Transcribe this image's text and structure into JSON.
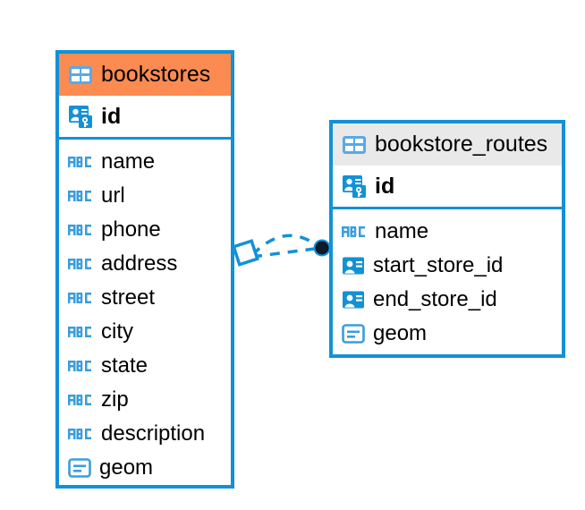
{
  "diagram": {
    "kind": "entity-relationship-diagram",
    "background": "#ffffff",
    "colors": {
      "accent_blue": "#1391d6",
      "header_orange": "#fb8b50",
      "header_gray": "#e9e9e9",
      "text": "#000000",
      "endpoint_dark": "#0d1b2a"
    }
  },
  "entities": [
    {
      "id": "bookstores",
      "name": "bookstores",
      "header_icon": "table-icon",
      "header_style": "accent",
      "primary_key": {
        "name": "id",
        "icon": "primary-key-icon"
      },
      "fields": [
        {
          "name": "name",
          "icon": "abc-text-icon"
        },
        {
          "name": "url",
          "icon": "abc-text-icon"
        },
        {
          "name": "phone",
          "icon": "abc-text-icon"
        },
        {
          "name": "address",
          "icon": "abc-text-icon"
        },
        {
          "name": "street",
          "icon": "abc-text-icon"
        },
        {
          "name": "city",
          "icon": "abc-text-icon"
        },
        {
          "name": "state",
          "icon": "abc-text-icon"
        },
        {
          "name": "zip",
          "icon": "abc-text-icon"
        },
        {
          "name": "description",
          "icon": "abc-text-icon"
        },
        {
          "name": "geom",
          "icon": "geometry-blob-icon"
        }
      ]
    },
    {
      "id": "bookstore_routes",
      "name": "bookstore_routes",
      "header_icon": "table-icon",
      "header_style": "neutral",
      "primary_key": {
        "name": "id",
        "icon": "primary-key-icon"
      },
      "fields": [
        {
          "name": "name",
          "icon": "abc-text-icon"
        },
        {
          "name": "start_store_id",
          "icon": "foreign-key-card-icon"
        },
        {
          "name": "end_store_id",
          "icon": "foreign-key-card-icon"
        },
        {
          "name": "geom",
          "icon": "geometry-blob-icon"
        }
      ]
    }
  ],
  "relationships": [
    {
      "from": "bookstores",
      "to": "bookstore_routes",
      "from_marker": "diamond-open-marker",
      "to_marker": "filled-circle-marker",
      "line_style": "dashed",
      "edge_count": 2
    }
  ]
}
